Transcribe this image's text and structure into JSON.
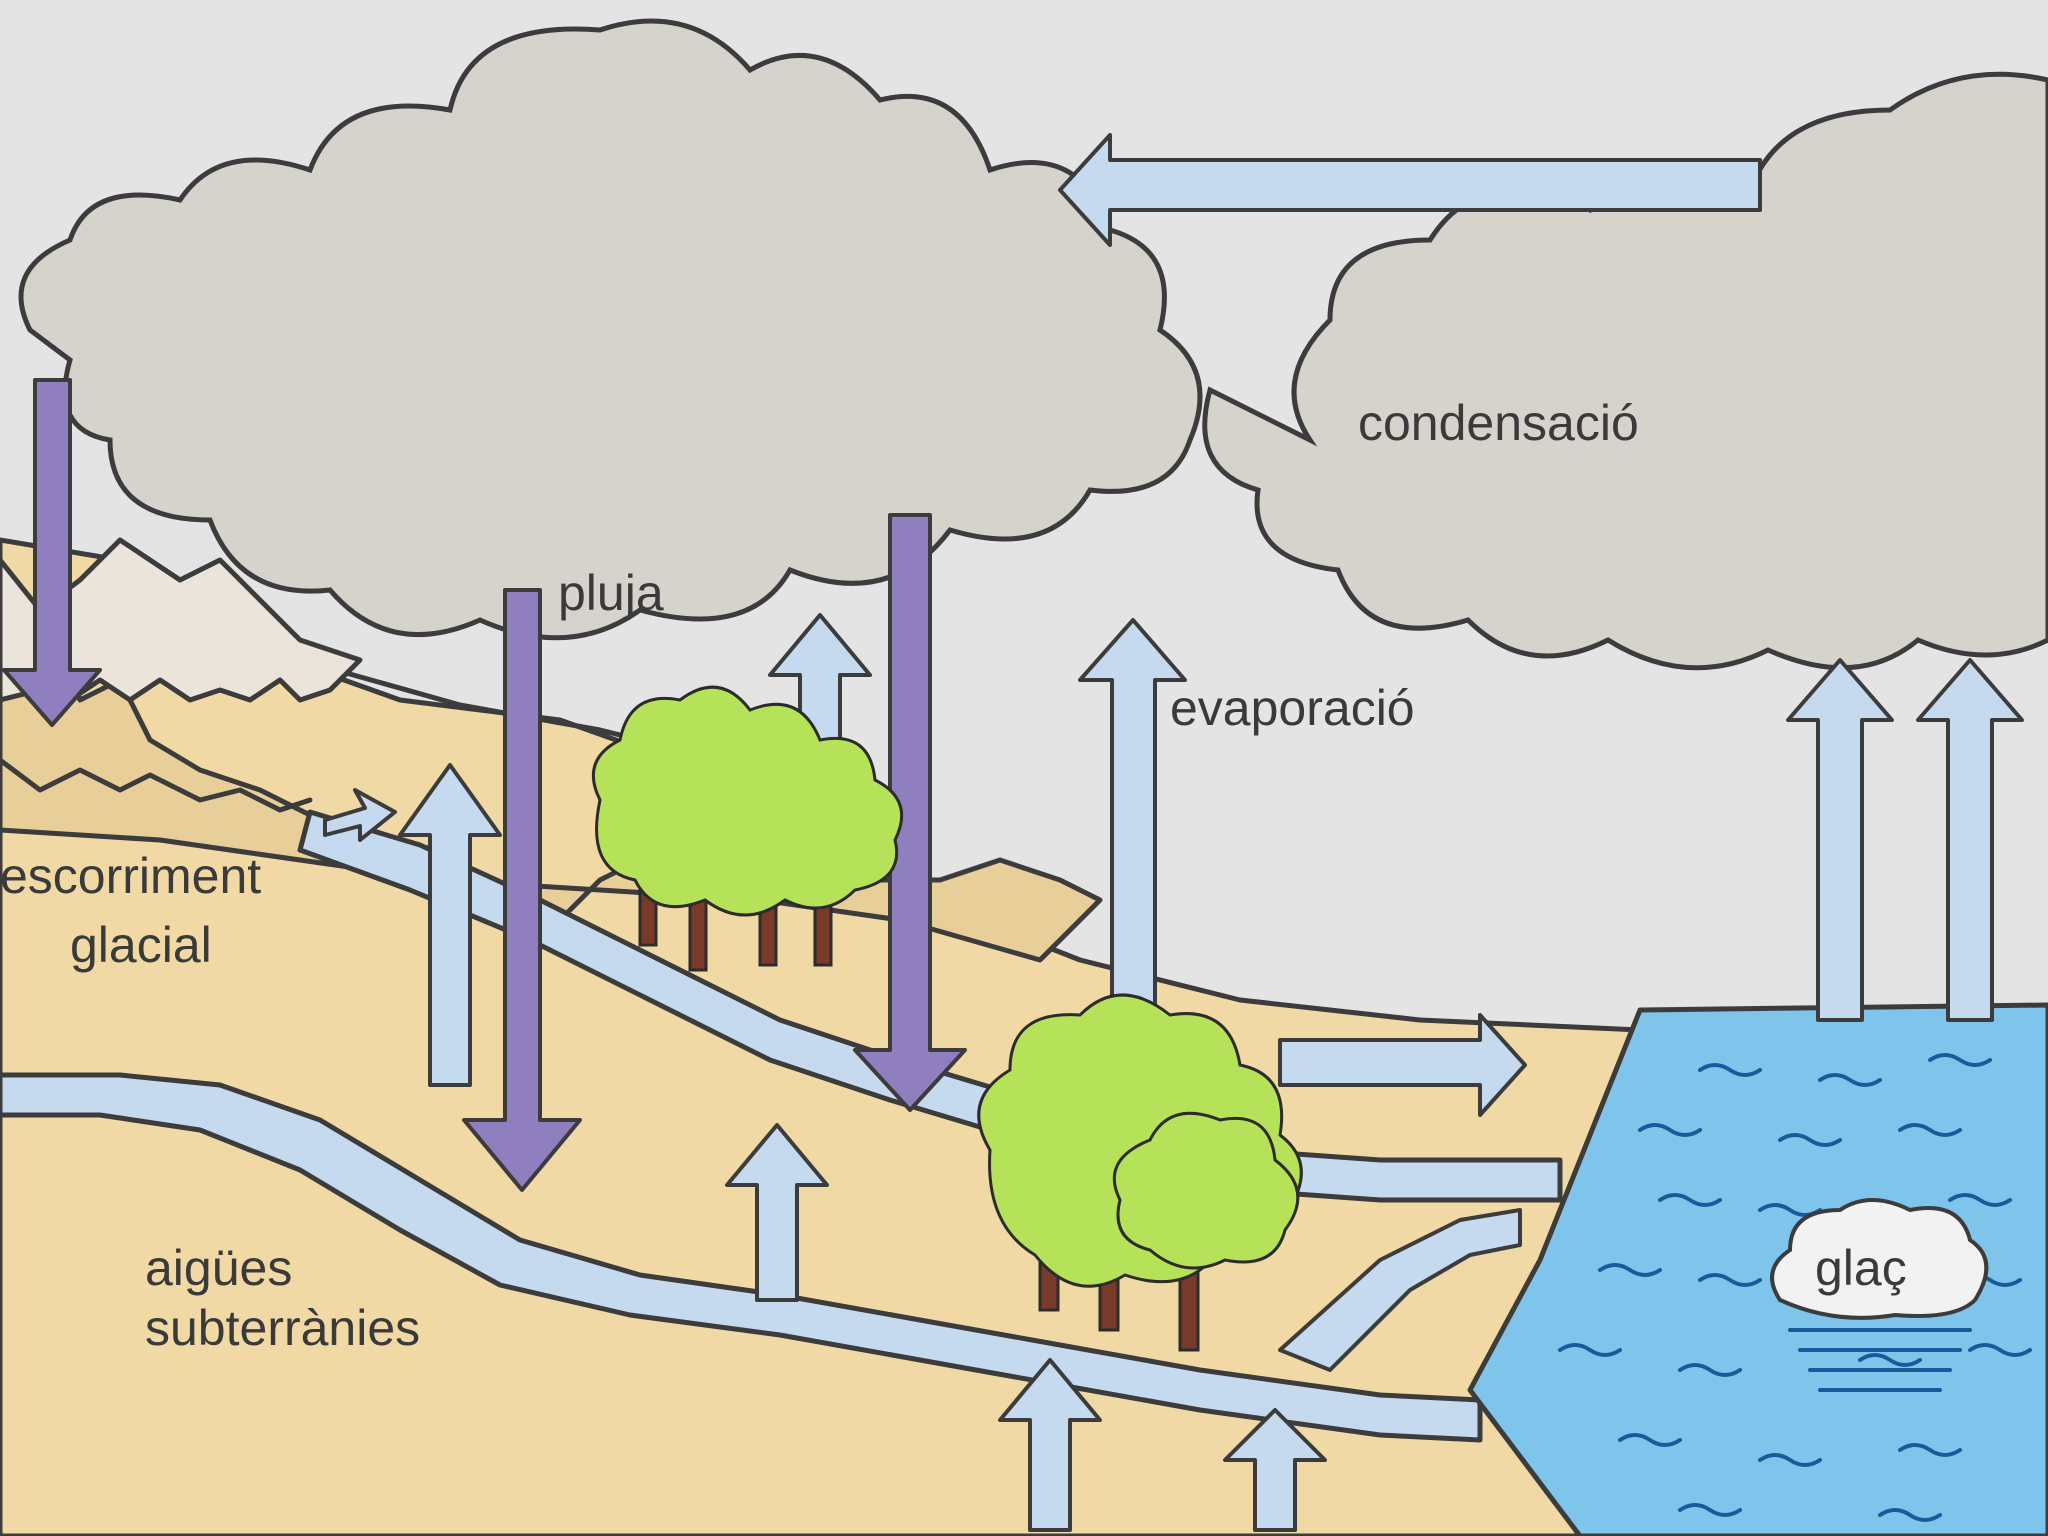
{
  "labels": {
    "pluja": "pluja",
    "evaporacio": "evaporació",
    "condensacio": "condensació",
    "escorriment_line1": "escorriment",
    "escorriment_line2": "glacial",
    "aigues_line1": "aigües",
    "aigues_line2": "subterrànies",
    "glac": "glaç"
  },
  "colors": {
    "sky": "#e4e4e4",
    "ground": "#f0d9a4",
    "water_channel": "#c6daef",
    "sea": "#7fc4ea",
    "cloud": "#d6d3cc",
    "rain_arrow": "#8f7fbf",
    "vapor_arrow": "#c6daef",
    "tree_foliage": "#b6e25a",
    "tree_trunk": "#7a3a2a"
  }
}
